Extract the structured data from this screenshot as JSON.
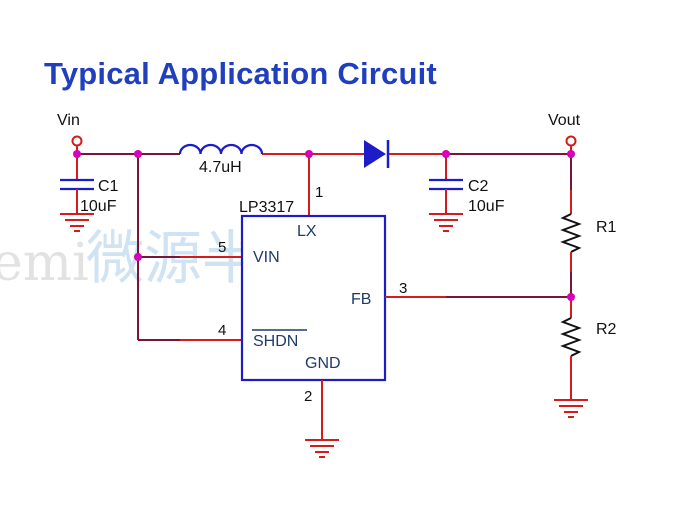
{
  "title": "Typical Application Circuit",
  "watermark": {
    "text": "微源半導體",
    "left_fragment": "emi"
  },
  "nets": {
    "vin": "Vin",
    "vout": "Vout"
  },
  "ic": {
    "name": "LP3317",
    "pins": [
      {
        "number": "1",
        "name": "LX"
      },
      {
        "number": "5",
        "name": "VIN"
      },
      {
        "number": "3",
        "name": "FB"
      },
      {
        "number": "4",
        "name": "SHDN"
      },
      {
        "number": "2",
        "name": "GND"
      }
    ]
  },
  "components": {
    "inductor": {
      "value": "4.7uH"
    },
    "c1": {
      "ref": "C1",
      "value": "10uF"
    },
    "c2": {
      "ref": "C2",
      "value": "10uF"
    },
    "r1": {
      "ref": "R1"
    },
    "r2": {
      "ref": "R2"
    }
  },
  "colors": {
    "title": "#1f3fbf",
    "wire": "#d41c1c",
    "trace": "#7a1538",
    "component": "#1c1cc8",
    "junction": "#d800b8",
    "ic_border": "#1c1cc8",
    "watermark": "#cfe3f2"
  }
}
